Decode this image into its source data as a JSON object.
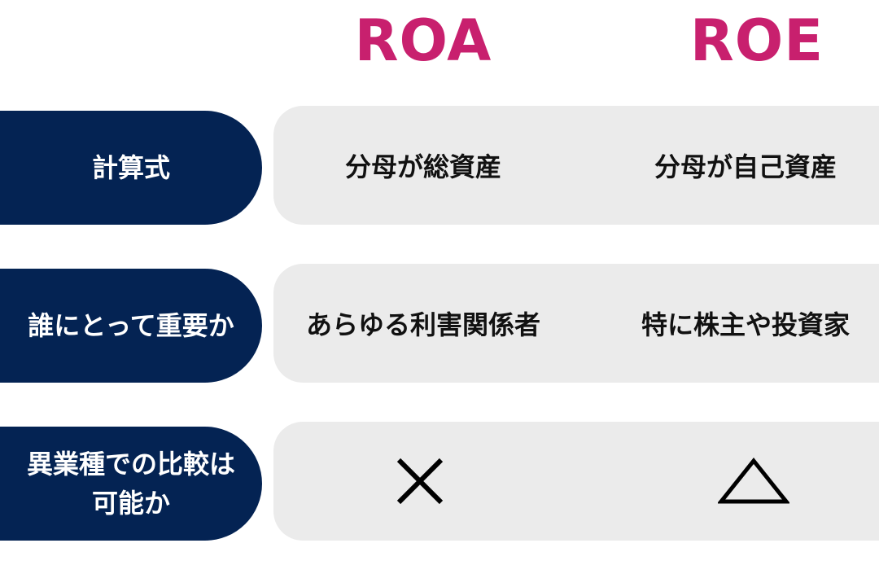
{
  "colors": {
    "header_text": "#c8206e",
    "label_bg": "#042353",
    "cell_bg": "#ebebeb",
    "mark": "#000000"
  },
  "headers": {
    "roa": "ROA",
    "roe": "ROE"
  },
  "rows": [
    {
      "label": "計算式",
      "roa": "分母が総資産",
      "roe": "分母が自己資産"
    },
    {
      "label": "誰にとって重要か",
      "roa": "あらゆる利害関係者",
      "roe": "特に株主や投資家"
    },
    {
      "label": "異業種での比較は\n可能か",
      "roa_icon": "cross-mark",
      "roe_icon": "triangle-mark"
    }
  ]
}
